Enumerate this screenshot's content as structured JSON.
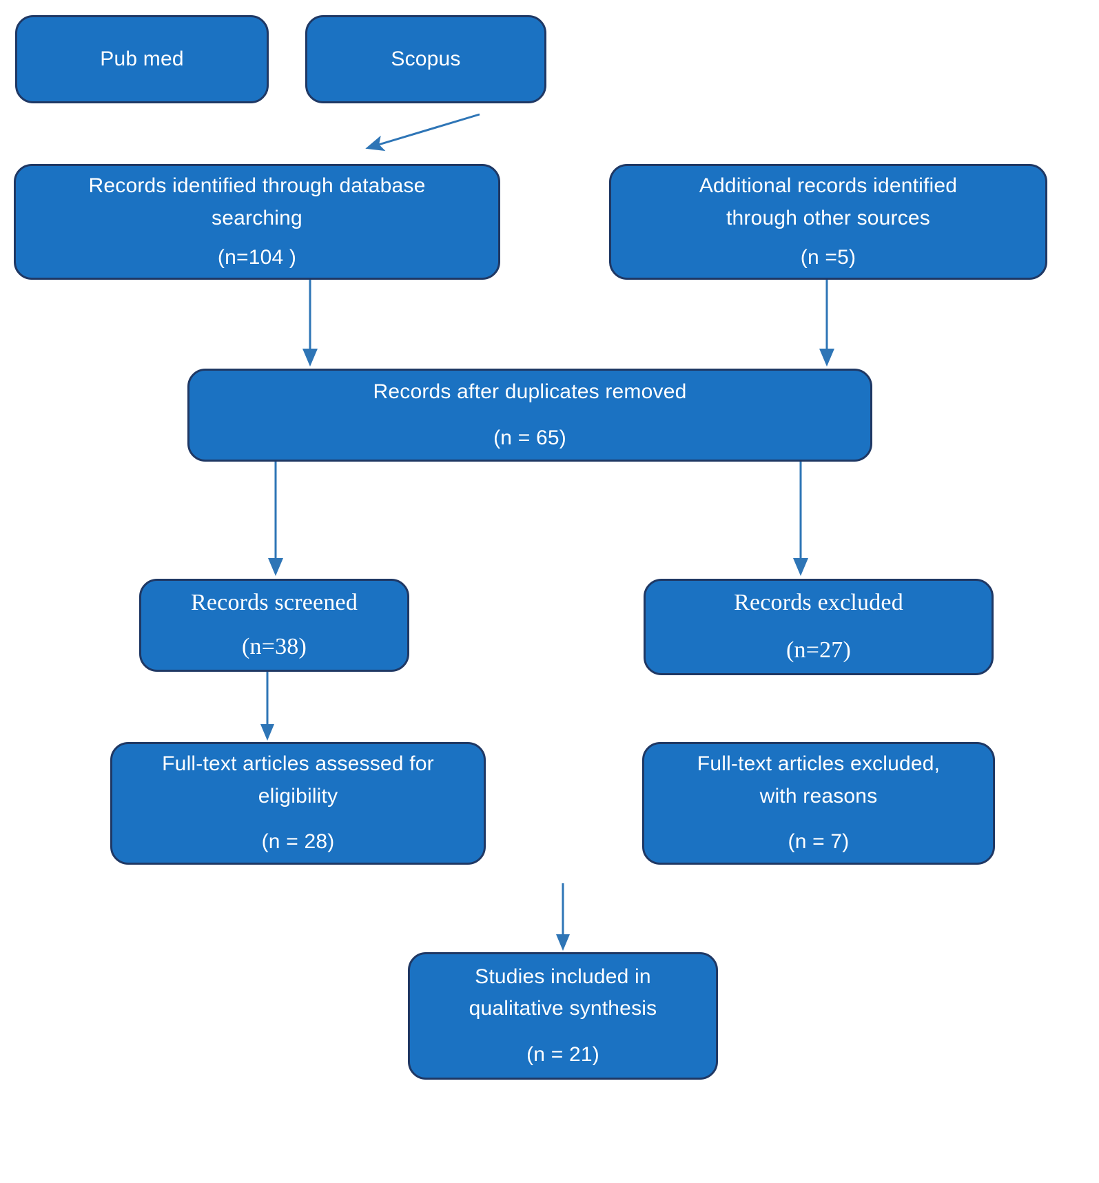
{
  "diagram": {
    "title": "PRISMA flow diagram",
    "colors": {
      "box_fill": "#1b72c2",
      "box_border": "#1f3864",
      "box_text": "#ffffff",
      "arrow": "#2e75b6",
      "background": "#ffffff"
    },
    "nodes": [
      {
        "id": "pubmed",
        "name": "source-pubmed",
        "lines": [
          "Pub med"
        ],
        "font": "sans"
      },
      {
        "id": "scopus",
        "name": "source-scopus",
        "lines": [
          "Scopus"
        ],
        "font": "sans"
      },
      {
        "id": "db-search",
        "name": "records-identified-database",
        "lines": [
          "Records identified through database",
          "searching",
          "",
          "(n=104 )"
        ],
        "font": "sans"
      },
      {
        "id": "other-src",
        "name": "records-identified-other-sources",
        "lines": [
          "Additional records identified",
          "through other sources",
          "",
          "(n =5)"
        ],
        "font": "sans"
      },
      {
        "id": "dupes",
        "name": "records-after-duplicates-removed",
        "lines": [
          "Records after duplicates removed",
          "",
          "(n = 65)"
        ],
        "font": "sans"
      },
      {
        "id": "screened",
        "name": "records-screened",
        "lines": [
          "Records screened",
          "",
          "(n=38)"
        ],
        "font": "serif"
      },
      {
        "id": "excluded",
        "name": "records-excluded",
        "lines": [
          "Records excluded",
          "",
          "(n=27)"
        ],
        "font": "serif"
      },
      {
        "id": "fulltext",
        "name": "fulltext-assessed-eligibility",
        "lines": [
          "Full-text articles assessed for",
          "eligibility",
          "",
          "(n = 28)"
        ],
        "font": "sans"
      },
      {
        "id": "ft-excluded",
        "name": "fulltext-excluded-with-reasons",
        "lines": [
          "Full-text articles excluded,",
          "with reasons",
          "",
          "(n = 7)"
        ],
        "font": "sans"
      },
      {
        "id": "included",
        "name": "studies-included-qualitative-synthesis",
        "lines": [
          "Studies included in",
          "qualitative synthesis",
          "",
          "(n = 21)"
        ],
        "font": "sans"
      }
    ],
    "connectors": [
      {
        "id": "c1",
        "name": "arrow-scopus-to-db-search",
        "from": "scopus",
        "to": "db-search"
      },
      {
        "id": "c2",
        "name": "arrow-db-search-to-duplicates",
        "from": "db-search",
        "to": "dupes"
      },
      {
        "id": "c3",
        "name": "arrow-other-sources-to-duplicates",
        "from": "other-src",
        "to": "dupes"
      },
      {
        "id": "c4",
        "name": "arrow-duplicates-to-screened",
        "from": "dupes",
        "to": "screened"
      },
      {
        "id": "c5",
        "name": "arrow-duplicates-to-excluded",
        "from": "dupes",
        "to": "excluded"
      },
      {
        "id": "c6",
        "name": "arrow-screened-to-fulltext",
        "from": "screened",
        "to": "fulltext"
      },
      {
        "id": "c7",
        "name": "arrow-fulltext-to-included",
        "from": "fulltext",
        "to": "included"
      }
    ],
    "chart_data": {
      "type": "diagram",
      "title": "PRISMA flow diagram",
      "stages": [
        {
          "label": "Pub med",
          "n": null
        },
        {
          "label": "Scopus",
          "n": null
        },
        {
          "label": "Records identified through database searching",
          "n": 104
        },
        {
          "label": "Additional records identified through other sources",
          "n": 5
        },
        {
          "label": "Records after duplicates removed",
          "n": 65
        },
        {
          "label": "Records screened",
          "n": 38
        },
        {
          "label": "Records excluded",
          "n": 27
        },
        {
          "label": "Full-text articles assessed for eligibility",
          "n": 28
        },
        {
          "label": "Full-text articles excluded, with reasons",
          "n": 7
        },
        {
          "label": "Studies included in qualitative synthesis",
          "n": 21
        }
      ]
    }
  }
}
